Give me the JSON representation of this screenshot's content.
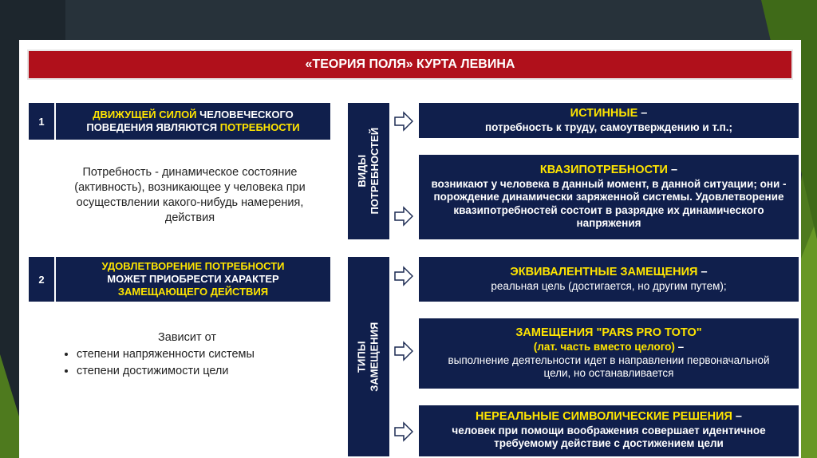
{
  "title": "«ТЕОРИЯ ПОЛЯ» КУРТА ЛЕВИНА",
  "left": {
    "block1": {
      "number": "1",
      "text_yellow1": "ДВИЖУЩЕЙ СИЛОЙ",
      "text_white1": " ЧЕЛОВЕЧЕСКОГО",
      "text_white2": "ПОВЕДЕНИЯ ЯВЛЯЮТСЯ ",
      "text_yellow2": "ПОТРЕБНОСТИ"
    },
    "definition": "Потребность - динамическое состояние (активность), возникающее у человека при осуществлении какого-нибудь намерения, действия",
    "block2": {
      "number": "2",
      "line1": "УДОВЛЕТВОРЕНИЕ ПОТРЕБНОСТИ",
      "line2": "МОЖЕТ ПРИОБРЕСТИ ХАРАКТЕР",
      "line3": "ЗАМЕЩАЮЩЕГО ДЕЙСТВИЯ"
    },
    "depends": {
      "heading": "Зависит от",
      "bullets": [
        "степени напряженности системы",
        "степени достижимости цели"
      ]
    }
  },
  "vertical": {
    "needs_line1": "ВИДЫ",
    "needs_line2": "ПОТРЕБНОСТЕЙ",
    "subs_line1": "ТИПЫ",
    "subs_line2": "ЗАМЕЩЕНИЯ"
  },
  "right": {
    "true_needs": {
      "title": "ИСТИННЫЕ",
      "dash": " –",
      "desc": "потребность к труду, самоутверждению и т.п.;"
    },
    "quasi_needs": {
      "title": "КВАЗИПОТРЕБНОСТИ",
      "dash": " –",
      "desc": "возникают у человека в данный момент, в данной ситуации; они - порождение динамически заряженной системы. Удовлетворение квазипотребностей состоит в разрядке их динамического напряжения"
    },
    "equivalent": {
      "title": "ЭКВИВАЛЕНТНЫЕ ЗАМЕЩЕНИЯ",
      "dash": " –",
      "desc": "реальная цель (достигается, но другим путем);"
    },
    "pars_pro_toto": {
      "title": "ЗАМЕЩЕНИЯ \"PARS PRO TOTO\"",
      "note": "(лат. часть вместо целого)",
      "dash": " –",
      "desc": "выполнение деятельности идет в направлении первоначальной цели, но останавливается"
    },
    "unreal": {
      "title": "НЕРЕАЛЬНЫЕ СИМВОЛИЧЕСКИЕ РЕШЕНИЯ",
      "dash": " –",
      "desc": "человек при помощи воображения совершает идентичное требуемому действие с достижением цели"
    }
  },
  "colors": {
    "background": "#27323a",
    "title_red": "#b0101b",
    "navy": "#101f4c",
    "accent_yellow": "#ffe500",
    "green1": "#4e7a1e",
    "green2": "#7aaa2a"
  }
}
